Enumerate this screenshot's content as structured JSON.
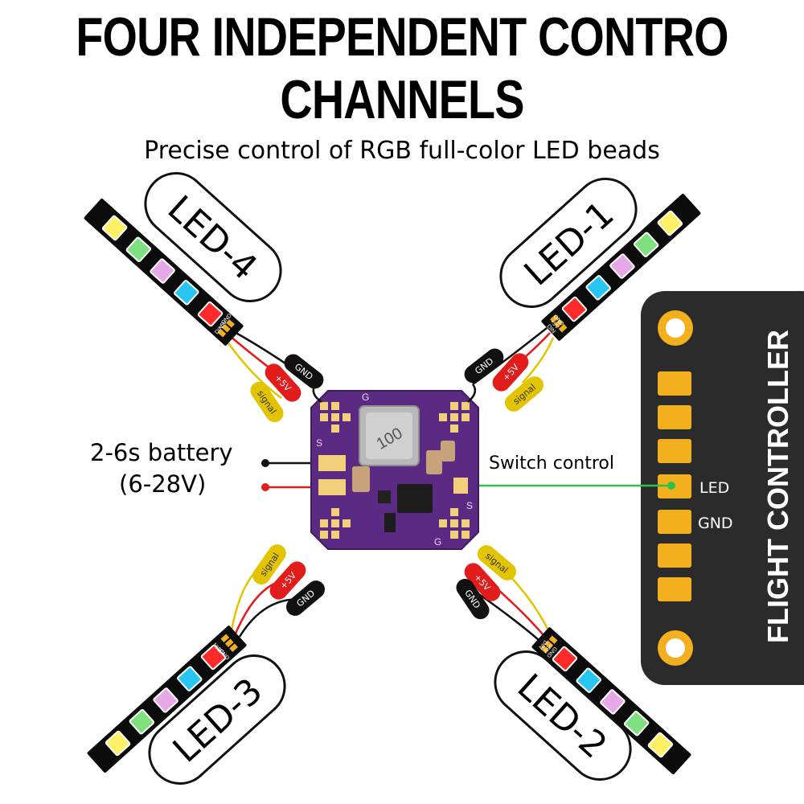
{
  "title_line1": "FOUR INDEPENDENT CONTRO",
  "title_line2": "CHANNELS",
  "subtitle": "Precise control of RGB full-color LED beads",
  "battery": {
    "line1": "2-6s battery",
    "line2": "(6-28V)"
  },
  "switch_control": "Switch control",
  "flight_controller": {
    "title": "FLIGHT CONTROLLER",
    "pin_led": "LED",
    "pin_gnd": "GND"
  },
  "strips": [
    {
      "label": "LED-1",
      "pads": [
        "GND",
        "+5V",
        "DIN"
      ]
    },
    {
      "label": "LED-2",
      "pads": [
        "GND",
        "+5V",
        "DIN"
      ]
    },
    {
      "label": "LED-3",
      "pads": [
        "GND",
        "+5V",
        "DIN"
      ]
    },
    {
      "label": "LED-4",
      "pads": [
        "GND",
        "+5V",
        "DIN"
      ]
    }
  ],
  "wire_tags": {
    "gnd": "GND",
    "v5": "+5V",
    "signal": "signal"
  },
  "board": {
    "inductor_marking": "100",
    "pad_s": "S",
    "pad_g": "G"
  },
  "colors": {
    "board": "#5b2a82",
    "fc_board": "#2b2b2b",
    "gold": "#f2b01e",
    "signal_wire": "#e2c400",
    "v5_wire": "#e21b1b",
    "gnd_wire": "#111111",
    "switch_line": "#2ec24a",
    "led_colors": [
      "#ff2a2a",
      "#26c6f0",
      "#e6a8e6",
      "#7fe07f",
      "#fff066"
    ]
  }
}
